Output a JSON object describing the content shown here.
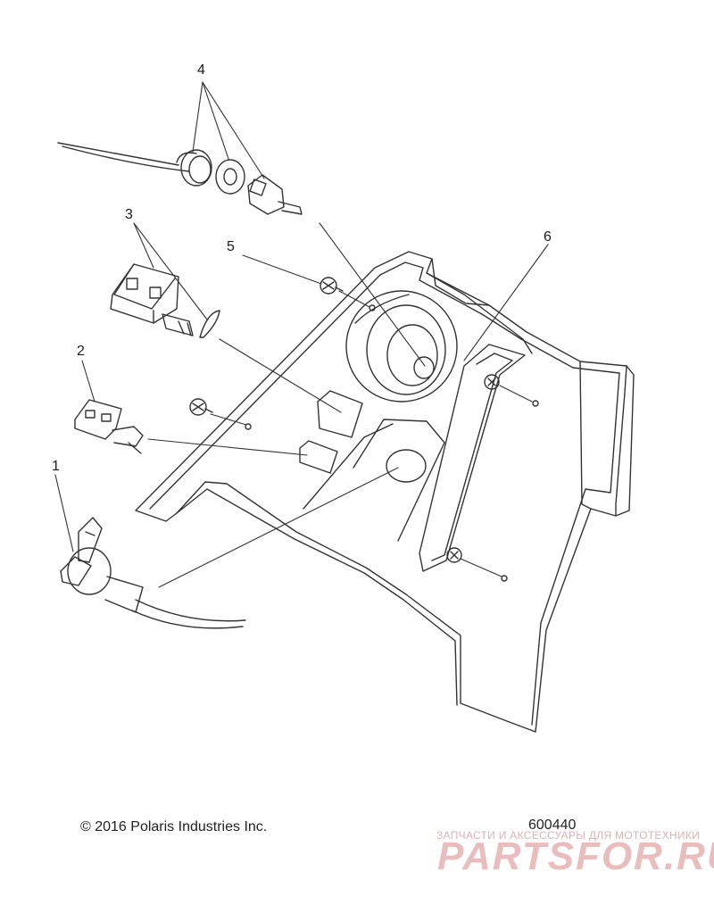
{
  "callouts": {
    "c1": "1",
    "c2": "2",
    "c3": "3",
    "c4": "4",
    "c5": "5",
    "c6": "6"
  },
  "footer": {
    "copyright": "© 2016 Polaris Industries Inc.",
    "part_number": "600440"
  },
  "watermark": {
    "tagline": "ЗАПЧАСТИ И АКСЕССУАРЫ ДЛЯ МОТОТЕХНИКИ",
    "logo": "PARTSFOR.RU",
    "color": "#e6b2b2"
  },
  "colors": {
    "line": "#333333",
    "panel_fill": "#ffffff"
  }
}
